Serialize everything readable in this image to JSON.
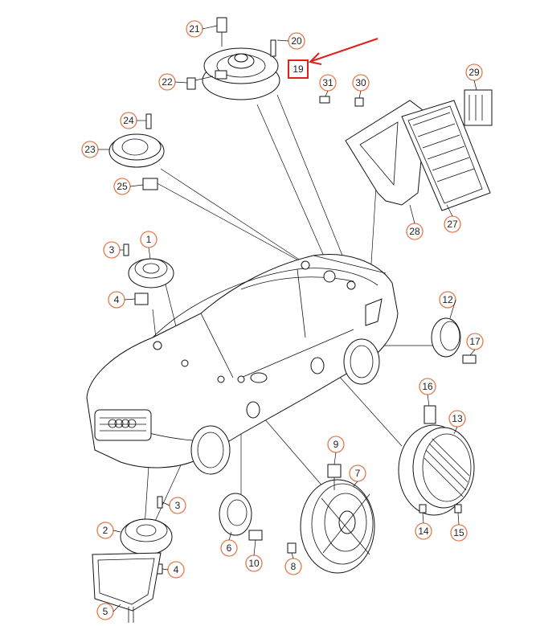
{
  "diagram": {
    "highlighted_part": "19",
    "highlight_color": "#e0201b",
    "callout_color": "#e2794a",
    "callouts": [
      {
        "id": "c1",
        "label": "1"
      },
      {
        "id": "c2",
        "label": "2"
      },
      {
        "id": "c3a",
        "label": "3"
      },
      {
        "id": "c3b",
        "label": "3"
      },
      {
        "id": "c4a",
        "label": "4"
      },
      {
        "id": "c4b",
        "label": "4"
      },
      {
        "id": "c5",
        "label": "5"
      },
      {
        "id": "c6",
        "label": "6"
      },
      {
        "id": "c7",
        "label": "7"
      },
      {
        "id": "c8",
        "label": "8"
      },
      {
        "id": "c9",
        "label": "9"
      },
      {
        "id": "c10",
        "label": "10"
      },
      {
        "id": "c12",
        "label": "12"
      },
      {
        "id": "c13",
        "label": "13"
      },
      {
        "id": "c14",
        "label": "14"
      },
      {
        "id": "c15",
        "label": "15"
      },
      {
        "id": "c16",
        "label": "16"
      },
      {
        "id": "c17",
        "label": "17"
      },
      {
        "id": "c20",
        "label": "20"
      },
      {
        "id": "c21",
        "label": "21"
      },
      {
        "id": "c22",
        "label": "22"
      },
      {
        "id": "c23",
        "label": "23"
      },
      {
        "id": "c24",
        "label": "24"
      },
      {
        "id": "c25",
        "label": "25"
      },
      {
        "id": "c27",
        "label": "27"
      },
      {
        "id": "c28",
        "label": "28"
      },
      {
        "id": "c29",
        "label": "29"
      },
      {
        "id": "c30",
        "label": "30"
      },
      {
        "id": "c31",
        "label": "31"
      }
    ],
    "highlight_label": "19"
  }
}
